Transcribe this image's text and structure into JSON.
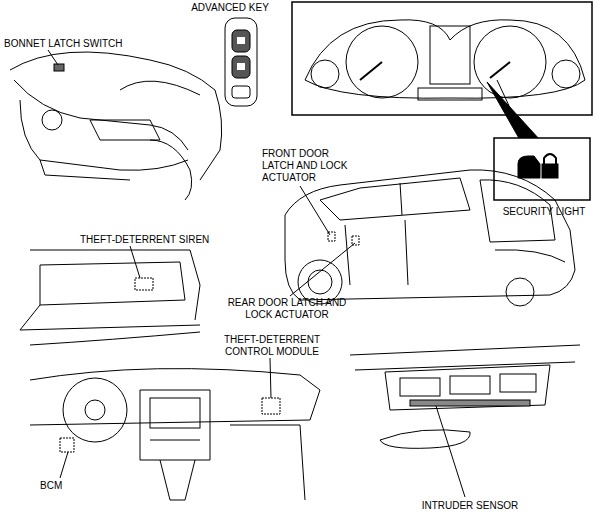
{
  "diagram": {
    "labels": [
      "ADVANCED KEY",
      "BONNET LATCH SWITCH",
      "FRONT DOOR LATCH AND LOCK ACTUATOR",
      "SECURITY LIGHT",
      "THEFT-DETERRENT SIREN",
      "REAR DOOR LATCH AND LOCK ACTUATOR",
      "THEFT-DETERRENT CONTROL MODULE",
      "BCM",
      "INTRUDER SENSOR"
    ]
  }
}
